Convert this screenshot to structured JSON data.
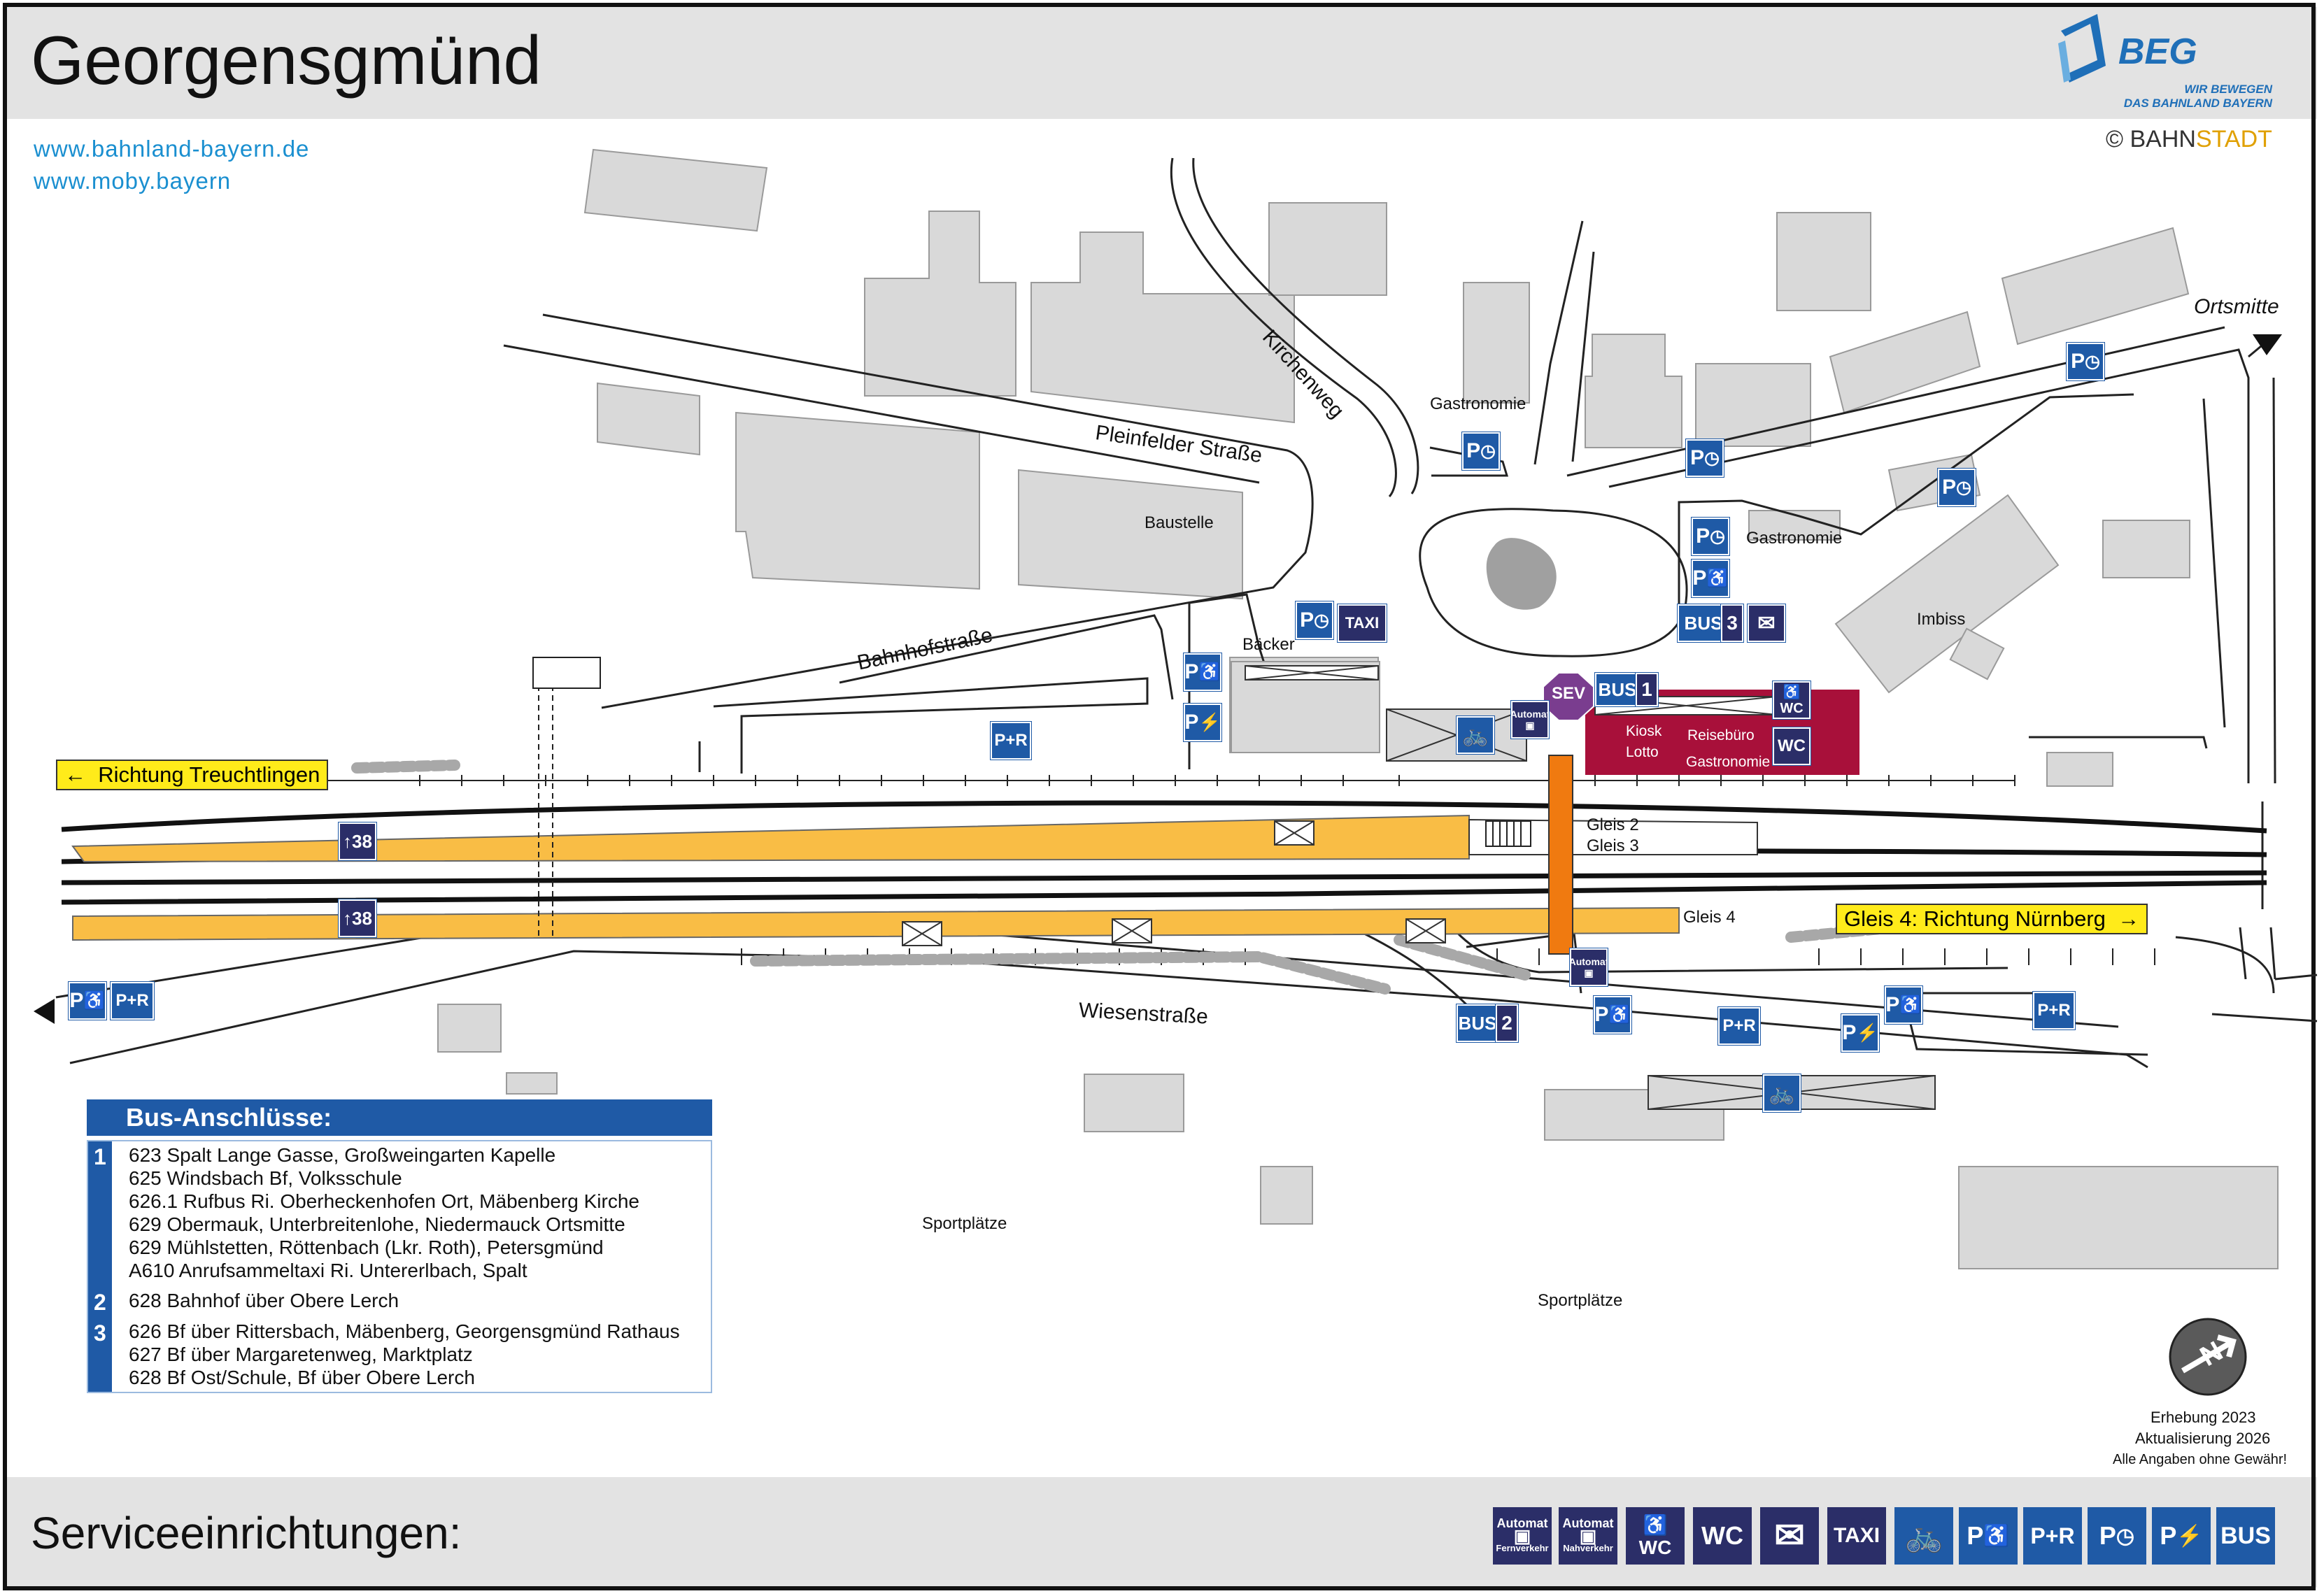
{
  "header": {
    "title": "Georgensgmünd",
    "links": [
      "www.bahnland-bayern.de",
      "www.moby.bayern"
    ],
    "logo": {
      "name": "BEG",
      "tagline_1": "WIR BEWEGEN",
      "tagline_2": "DAS BAHNLAND BAYERN"
    },
    "copyright_prefix": "© ",
    "copyright_a": "BAHN",
    "copyright_b": "STADT"
  },
  "map": {
    "streets": {
      "kirchenweg": "Kirchenweg",
      "pleinfelder": "Pleinfelder Straße",
      "bahnhofstrasse": "Bahnhofstraße",
      "wiesenstrasse": "Wiesenstraße"
    },
    "places": {
      "gastronomie_1": "Gastronomie",
      "gastronomie_2": "Gastronomie",
      "baustelle": "Baustelle",
      "baecker": "Bäcker",
      "imbiss": "Imbiss",
      "kiosk": "Kiosk",
      "lotto": "Lotto",
      "reisebuero": "Reisebüro",
      "gastronomie_3": "Gastronomie",
      "sportplaetze_1": "Sportplätze",
      "sportplaetze_2": "Sportplätze",
      "ortsmitte": "Ortsmitte"
    },
    "platforms": {
      "gleis_2": "Gleis 2",
      "gleis_3": "Gleis 3",
      "gleis_4": "Gleis 4",
      "height_1": "38",
      "height_2": "38"
    },
    "directions": {
      "west": "Richtung Treuchtlingen",
      "east": "Gleis 4: Richtung Nürnberg"
    },
    "icon_text": {
      "p": "P",
      "pr": "P+R",
      "taxi": "TAXI",
      "bus": "BUS",
      "wc": "WC",
      "sev": "SEV",
      "automat": "Automat",
      "bus_1": "1",
      "bus_2": "2",
      "bus_3": "3"
    }
  },
  "bus": {
    "heading": "Bus-Anschlüsse:",
    "groups": [
      {
        "number": "1",
        "lines": [
          "623 Spalt Lange Gasse, Großweingarten Kapelle",
          "625 Windsbach Bf, Volksschule",
          "626.1 Rufbus Ri. Oberheckenhofen Ort, Mäbenberg Kirche",
          "629 Obermauk, Unterbreitenlohe, Niedermauck Ortsmitte",
          "629 Mühlstetten, Röttenbach (Lkr. Roth), Petersgmünd",
          "A610 Anrufsammeltaxi Ri. Untererlbach, Spalt"
        ]
      },
      {
        "number": "2",
        "lines": [
          "628 Bahnhof über Obere Lerch"
        ]
      },
      {
        "number": "3",
        "lines": [
          "626 Bf über Rittersbach, Mäbenberg, Georgensgmünd Rathaus",
          "627 Bf über Margaretenweg, Marktplatz",
          "628 Bf Ost/Schule, Bf über Obere Lerch"
        ]
      }
    ]
  },
  "notes": {
    "survey": "Erhebung 2023",
    "update": "Aktualisierung 2026",
    "disclaimer": "Alle Angaben ohne Gewähr!"
  },
  "services": {
    "title": "Serviceeinrichtungen:",
    "automat": "Automat",
    "fern": "Fernverkehr",
    "nah": "Nahverkehr",
    "wc": "WC",
    "taxi": "TAXI",
    "p": "P",
    "pr": "P+R",
    "bus": "BUS"
  },
  "colors": {
    "blue": "#1f5aa6",
    "navy": "#2b2e68",
    "platform": "#f9bd45",
    "building": "#d9d9d9",
    "shop": "#a8103a",
    "crossing": "#f07a10",
    "sev": "#7a3d8f",
    "direction_bg": "#ffeb1a"
  }
}
